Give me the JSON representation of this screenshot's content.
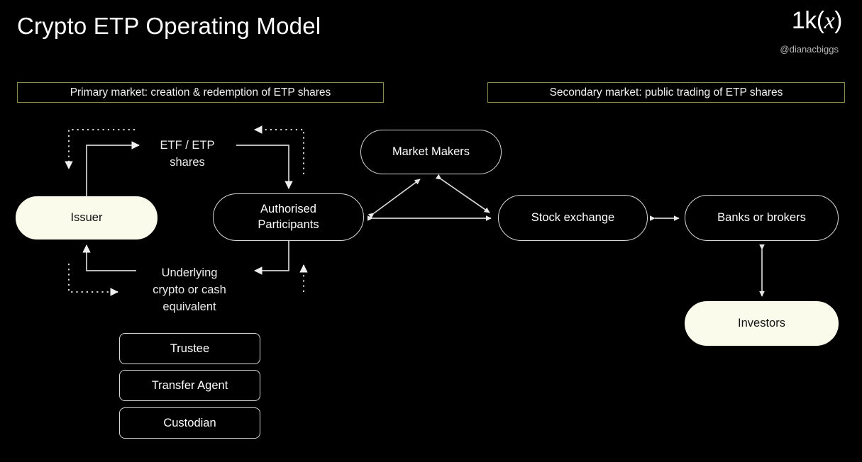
{
  "header": {
    "title": "Crypto ETP Operating Model",
    "logo": "1k(x)",
    "logo_prefix": "1k(",
    "logo_italic": "x",
    "logo_suffix": ")",
    "handle": "@dianacbiggs"
  },
  "sections": {
    "primary_label": "Primary market: creation & redemption of ETP shares",
    "secondary_label": "Secondary market: public trading of ETP shares"
  },
  "nodes": {
    "issuer": "Issuer",
    "authorised_participants_line1": "Authorised",
    "authorised_participants_line2": "Participants",
    "market_makers": "Market Makers",
    "stock_exchange": "Stock exchange",
    "banks_or_brokers": "Banks or brokers",
    "investors": "Investors"
  },
  "service_boxes": {
    "trustee": "Trustee",
    "transfer_agent": "Transfer Agent",
    "custodian": "Custodian"
  },
  "flow_labels": {
    "shares_line1": "ETF / ETP",
    "shares_line2": "shares",
    "underlying_line1": "Underlying",
    "underlying_line2": "crypto or cash",
    "underlying_line3": "equivalent"
  },
  "colors": {
    "background": "#000000",
    "text": "#ffffff",
    "label_border": "#8b8b4c",
    "node_light_fill": "#fbfbec",
    "node_dark_border": "#d8d8d8",
    "connector": "#d5d5d5"
  }
}
